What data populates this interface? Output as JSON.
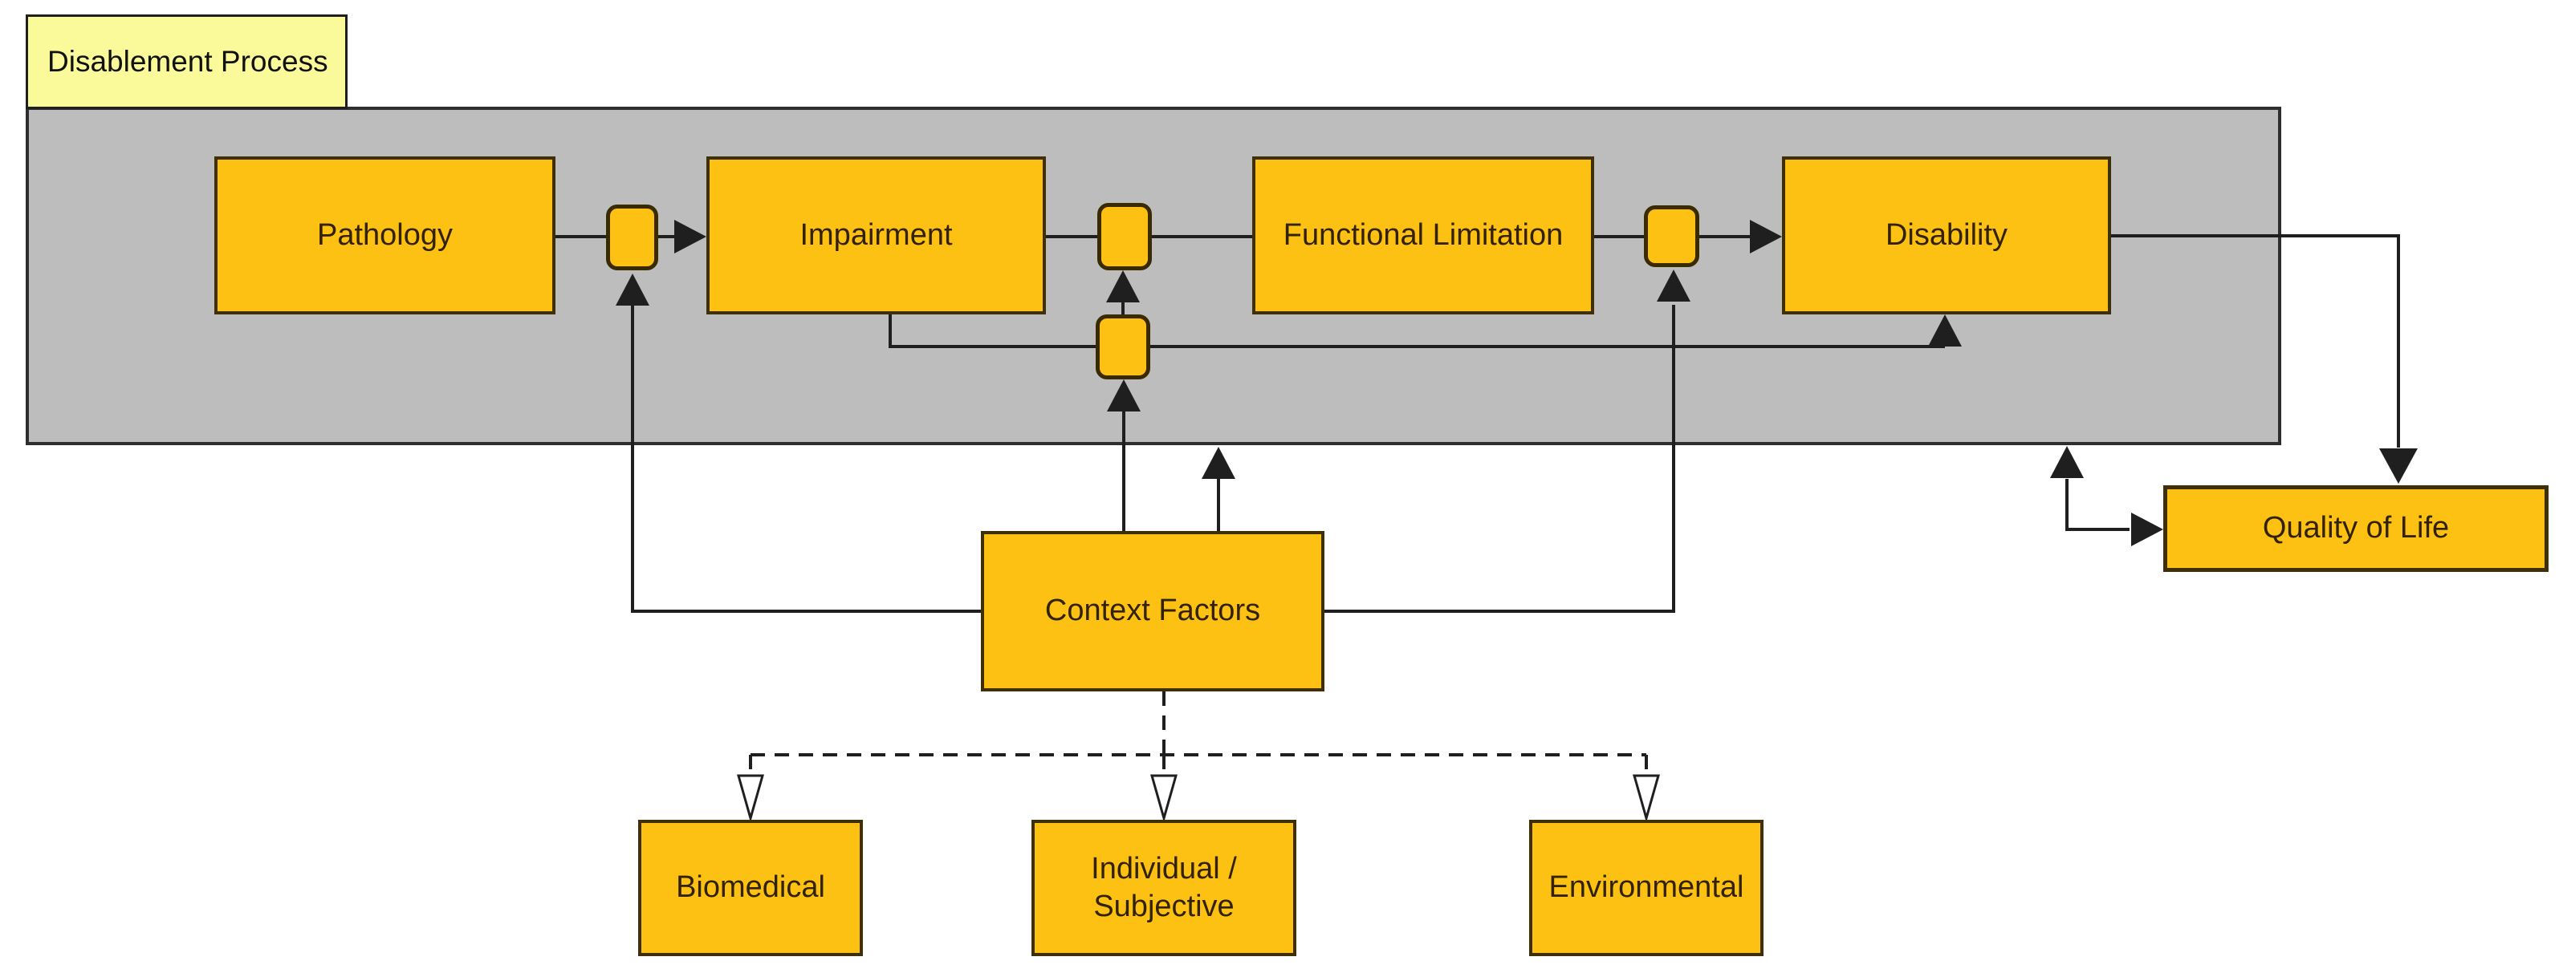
{
  "diagram": {
    "tab_label": "Disablement Process",
    "boxes": {
      "pathology": {
        "label": "Pathology"
      },
      "impairment": {
        "label": "Impairment"
      },
      "functional_limitation": {
        "label": "Functional Limitation"
      },
      "disability": {
        "label": "Disability"
      },
      "context_factors": {
        "label": "Context Factors"
      },
      "quality_of_life": {
        "label": "Quality of Life"
      },
      "biomedical": {
        "label": "Biomedical"
      },
      "individual_subjective": {
        "line1": "Individual /",
        "line2": "Subjective"
      },
      "environmental": {
        "label": "Environmental"
      }
    },
    "main_flow": [
      "Pathology",
      "Impairment",
      "Functional Limitation",
      "Disability"
    ],
    "connectors": [
      {
        "from": "Pathology",
        "to": "Impairment",
        "via": "modifier-node",
        "style": "solid-arrow"
      },
      {
        "from": "Impairment",
        "to": "Functional Limitation",
        "via": "modifier-node",
        "style": "solid-line"
      },
      {
        "from": "Functional Limitation",
        "to": "Disability",
        "via": "modifier-node",
        "style": "solid-arrow"
      },
      {
        "from": "Impairment",
        "to": "Disability",
        "via": "lower-modifier-node",
        "style": "solid-arrow"
      },
      {
        "from": "Context Factors",
        "to": "pathology-impairment-node",
        "style": "solid-arrow"
      },
      {
        "from": "Context Factors",
        "to": "impairment-functional-limitation-node",
        "style": "solid-arrow"
      },
      {
        "from": "Context Factors",
        "to": "functional-limitation-disability-node",
        "style": "solid-arrow"
      },
      {
        "from": "Context Factors",
        "to": "Disablement Process",
        "style": "solid-arrow"
      },
      {
        "from": "Disability",
        "to": "Quality of Life",
        "style": "solid-arrow"
      },
      {
        "from": "Disablement Process",
        "to": "Quality of Life",
        "style": "double-headed-arrow"
      },
      {
        "from": "Context Factors",
        "to": "Biomedical",
        "style": "dashed-open-arrow"
      },
      {
        "from": "Context Factors",
        "to": "Individual / Subjective",
        "style": "dashed-open-arrow"
      },
      {
        "from": "Context Factors",
        "to": "Environmental",
        "style": "dashed-open-arrow"
      }
    ],
    "colors": {
      "box_fill": "#FCC113",
      "box_border": "#3F2F06",
      "container_fill": "#BDBDBD",
      "container_border": "#2E2E2E",
      "tab_fill": "#FAFA9B",
      "line": "#1F1F1F",
      "background": "#FFFFFF"
    }
  }
}
